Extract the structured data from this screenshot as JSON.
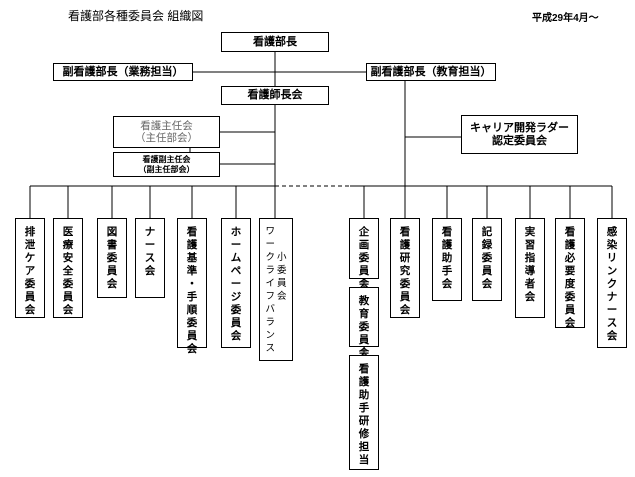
{
  "header": {
    "title": "看護部各種委員会 組織図",
    "date": "平成29年4月～"
  },
  "top": {
    "director": "看護部長",
    "deputy_left": "副看護部長（業務担当）",
    "deputy_right": "副看護部長（教育担当）",
    "head_nurses": "看護師長会"
  },
  "side": {
    "chief": {
      "line1": "看護主任会",
      "line2": "（主任部会）"
    },
    "subchief": {
      "line1": "看護副主任会",
      "line2": "（副主任部会）"
    },
    "ladder": {
      "line1": "キャリア開発ラダー",
      "line2": "認定委員会"
    }
  },
  "committees": [
    {
      "name": "排泄ケア委員会",
      "chars": [
        "排",
        "泄",
        "ケ",
        "ア",
        "委",
        "員",
        "会"
      ]
    },
    {
      "name": "医療安全委員会",
      "chars": [
        "医",
        "療",
        "安",
        "全",
        "委",
        "員",
        "会"
      ]
    },
    {
      "name": "図書委員会",
      "chars": [
        "図",
        "書",
        "委",
        "員",
        "会"
      ]
    },
    {
      "name": "ナース会",
      "chars": [
        "ナ",
        "ー",
        "ス",
        "会"
      ]
    },
    {
      "name": "看護基準・手順委員会",
      "chars": [
        "看",
        "護",
        "基",
        "準",
        "・",
        "手",
        "順",
        "委",
        "員",
        "会"
      ]
    },
    {
      "name": "ホームページ委員会",
      "chars": [
        "ホ",
        "ー",
        "ム",
        "ペ",
        "ー",
        "ジ",
        "委",
        "員",
        "会"
      ]
    },
    {
      "name": "ワークライフバランス小委員会",
      "col1": [
        "ワ",
        "ー",
        "ク",
        "ラ",
        "イ",
        "フ",
        "バ",
        "ラ",
        "ン",
        "ス"
      ],
      "col2": [
        "小",
        "委",
        "員",
        "会"
      ]
    },
    {
      "name": "企画委員会",
      "chars": [
        "企",
        "画",
        "委",
        "員",
        "会"
      ]
    },
    {
      "name": "看護研究委員会",
      "chars": [
        "看",
        "護",
        "研",
        "究",
        "委",
        "員",
        "会"
      ]
    },
    {
      "name": "看護助手会",
      "chars": [
        "看",
        "護",
        "助",
        "手",
        "会"
      ]
    },
    {
      "name": "記録委員会",
      "chars": [
        "記",
        "録",
        "委",
        "員",
        "会"
      ]
    },
    {
      "name": "実習指導者会",
      "chars": [
        "実",
        "習",
        "指",
        "導",
        "者",
        "会"
      ]
    },
    {
      "name": "看護必要度委員会",
      "chars": [
        "看",
        "護",
        "必",
        "要",
        "度",
        "委",
        "員",
        "会"
      ]
    },
    {
      "name": "感染リンクナース会",
      "chars": [
        "感",
        "染",
        "リ",
        "ン",
        "ク",
        "ナ",
        "ー",
        "ス",
        "会"
      ]
    }
  ],
  "stack": [
    {
      "name": "教育委員会",
      "chars": [
        "教",
        "育",
        "委",
        "員",
        "会"
      ]
    },
    {
      "name": "看護助手研修担当",
      "chars": [
        "看",
        "護",
        "助",
        "手",
        "研",
        "修",
        "担",
        "当"
      ]
    }
  ]
}
